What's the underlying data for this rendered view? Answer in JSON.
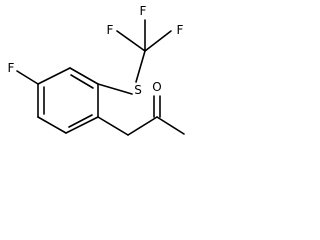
{
  "molecule": {
    "atoms": {
      "f_top_left": "F",
      "f_top_center": "F",
      "f_top_right": "F",
      "sulfur": "S",
      "fluoro_ring": "F",
      "carbonyl_oxygen": "O"
    }
  }
}
